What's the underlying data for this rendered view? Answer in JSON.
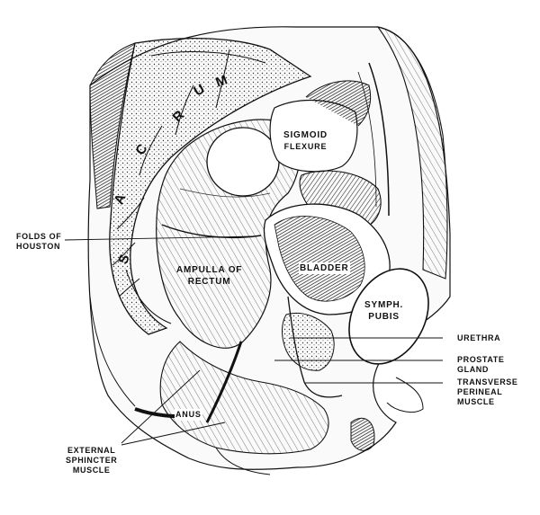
{
  "labels": {
    "folds_of_houston": [
      "FOLDS OF",
      "HOUSTON"
    ],
    "external_sphincter": [
      "EXTERNAL",
      "SPHINCTER",
      "MUSCLE"
    ],
    "urethra": "URETHRA",
    "prostate_gland": [
      "PROSTATE",
      "GLAND"
    ],
    "transverse_perineal": [
      "TRANSVERSE",
      "PERINEAL",
      "MUSCLE"
    ],
    "sigmoid_flexure": [
      "SIGMOID",
      "FLEXURE"
    ],
    "bladder": "BLADDER",
    "ampulla": [
      "AMPULLA OF",
      "RECTUM"
    ],
    "symph_pubis": [
      "SYMPH.",
      "PUBIS"
    ],
    "anus": "ANUS",
    "sacrum_letters": [
      "S",
      "A",
      "C",
      "R",
      "U",
      "M"
    ]
  },
  "colors": {
    "ink": "#111111",
    "paper": "#ffffff",
    "shade": "#555555"
  }
}
